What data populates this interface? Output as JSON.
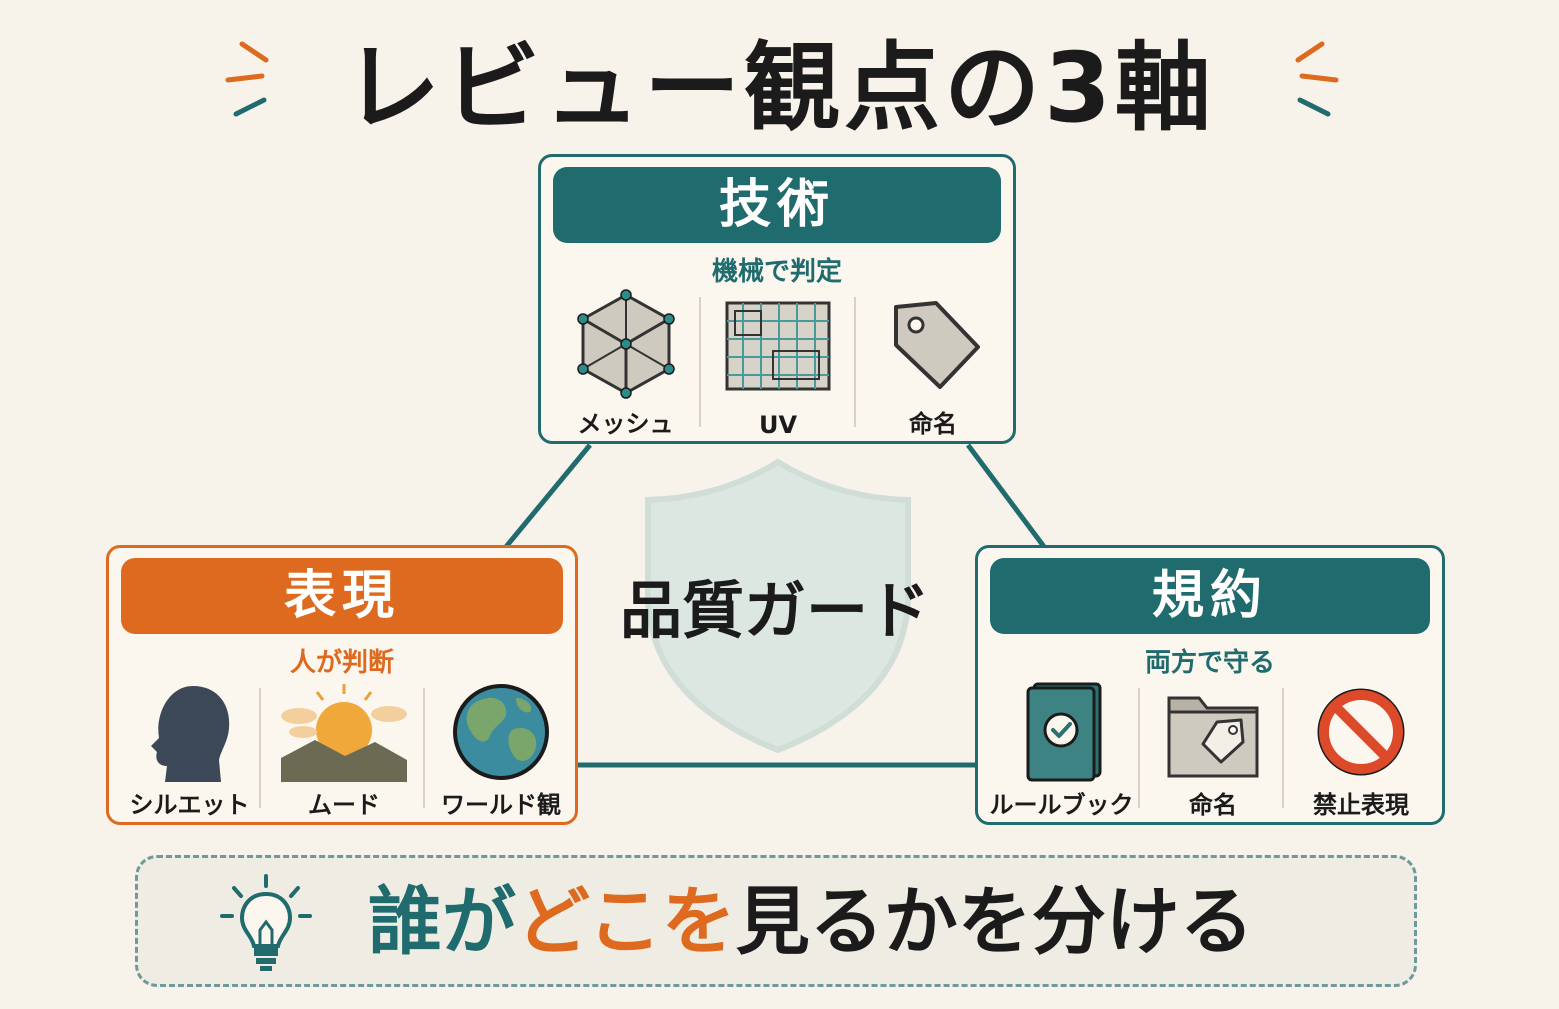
{
  "title": "レビュー観点の3軸",
  "center_label": "品質ガード",
  "tech": {
    "heading": "技術",
    "subtitle": "機械で判定",
    "items": [
      {
        "label": "メッシュ",
        "icon": "mesh-cube-icon"
      },
      {
        "label": "UV",
        "icon": "uv-grid-icon"
      },
      {
        "label": "命名",
        "icon": "tag-icon"
      }
    ]
  },
  "expression": {
    "heading": "表現",
    "subtitle": "人が判断",
    "items": [
      {
        "label": "シルエット",
        "icon": "silhouette-icon"
      },
      {
        "label": "ムード",
        "icon": "sunset-mood-icon"
      },
      {
        "label": "ワールド観",
        "icon": "globe-icon"
      }
    ]
  },
  "rules": {
    "heading": "規約",
    "subtitle": "両方で守る",
    "items": [
      {
        "label": "ルールブック",
        "icon": "rulebook-icon"
      },
      {
        "label": "命名",
        "icon": "folder-tag-icon"
      },
      {
        "label": "禁止表現",
        "icon": "prohibited-icon"
      }
    ]
  },
  "footer": {
    "part1": "誰が",
    "part2": "どこを",
    "part3": "見るかを分ける"
  },
  "colors": {
    "teal": "#1f6b6e",
    "orange": "#dd6a1e",
    "background": "#f8f3ea"
  }
}
